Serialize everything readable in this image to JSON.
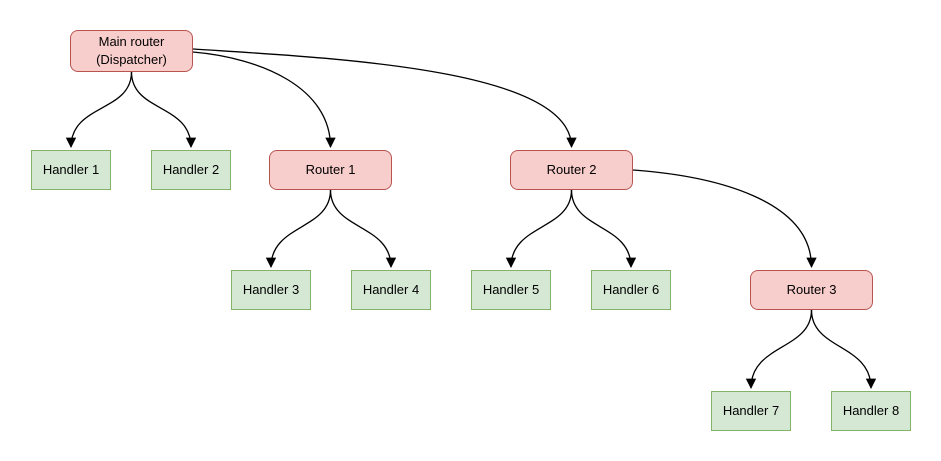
{
  "diagram": {
    "type": "tree-flowchart",
    "colors": {
      "router_fill": "#f8cecc",
      "router_border": "#b85450",
      "handler_fill": "#d5e8d4",
      "handler_border": "#82b366",
      "edge": "#000000",
      "background": "#ffffff"
    },
    "nodes": [
      {
        "id": "main",
        "type": "router",
        "label": "Main router\n(Dispatcher)"
      },
      {
        "id": "h1",
        "type": "handler",
        "label": "Handler 1"
      },
      {
        "id": "h2",
        "type": "handler",
        "label": "Handler 2"
      },
      {
        "id": "r1",
        "type": "router",
        "label": "Router 1"
      },
      {
        "id": "r2",
        "type": "router",
        "label": "Router 2"
      },
      {
        "id": "h3",
        "type": "handler",
        "label": "Handler 3"
      },
      {
        "id": "h4",
        "type": "handler",
        "label": "Handler 4"
      },
      {
        "id": "h5",
        "type": "handler",
        "label": "Handler 5"
      },
      {
        "id": "h6",
        "type": "handler",
        "label": "Handler 6"
      },
      {
        "id": "r3",
        "type": "router",
        "label": "Router 3"
      },
      {
        "id": "h7",
        "type": "handler",
        "label": "Handler 7"
      },
      {
        "id": "h8",
        "type": "handler",
        "label": "Handler 8"
      }
    ],
    "edges": [
      {
        "from": "main",
        "to": "h1"
      },
      {
        "from": "main",
        "to": "h2"
      },
      {
        "from": "main",
        "to": "r1"
      },
      {
        "from": "main",
        "to": "r2"
      },
      {
        "from": "r1",
        "to": "h3"
      },
      {
        "from": "r1",
        "to": "h4"
      },
      {
        "from": "r2",
        "to": "h5"
      },
      {
        "from": "r2",
        "to": "h6"
      },
      {
        "from": "r2",
        "to": "r3"
      },
      {
        "from": "r3",
        "to": "h7"
      },
      {
        "from": "r3",
        "to": "h8"
      }
    ]
  }
}
